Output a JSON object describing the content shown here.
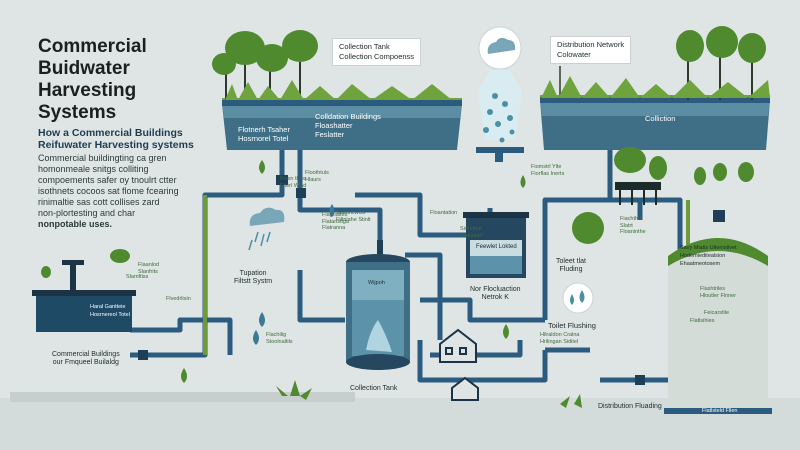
{
  "title": [
    "Commercial",
    "Buidwater",
    "Harvesting",
    "Systems"
  ],
  "subtitle": [
    "How a Commercial Buildings",
    "Reifuwater Harvesting systems"
  ],
  "description": [
    "Commercial buildingting ca gren",
    "homonmeale snitgs colliting",
    "compoements safer oy tnoulrt ctter",
    "isothnets cocoos sat flome fcearing",
    "rinimaltie sas cott collises zard",
    "non-plortesting and char"
  ],
  "description_last": "nonpotable uses.",
  "callouts": {
    "collection_tank": [
      "Collection Tank",
      "Collection Compoenss"
    ],
    "distribution": [
      "Distribution Network",
      "Colowater"
    ]
  },
  "left_reservoir": {
    "line1": "Flotnerh Tsaher",
    "line2": "Hosrnorel Totel"
  },
  "center_reservoir": {
    "line1": "Colldation Buildings",
    "line2": "Floashatter",
    "line3": "Feslatter"
  },
  "right_reservoir": {
    "line1": "Colliction"
  },
  "labels": {
    "filtration": [
      "Tupation",
      "Filtstt Systm"
    ],
    "feeder_box": "Feewlet Lokted",
    "flotation": [
      "Nor Flocluaction",
      "Netrok K"
    ],
    "toilet_top": [
      "Toleet tlat",
      "Fluding"
    ],
    "toilet_flush": "Toilet Flushing",
    "commercial": [
      "Commercial Buildings",
      "our Fmqueel Builaldg"
    ],
    "collection_tank_bottom": "Collection Tank",
    "distribution_bottom": "Distribution Fluading",
    "building_left": [
      "Haral Gantteie",
      "Hosrnereol Totel"
    ],
    "right_box": [
      "Savy Miatis Uitenistivet",
      "Hodemieditealsion",
      "Ehaatmeotosem"
    ],
    "tank_inner": "Wijpoh"
  },
  "small_labels": {
    "s1": [
      "Fiosn tloos",
      "Fiterl Wlad"
    ],
    "s2": [
      "Floothtuls",
      "Hlaurs"
    ],
    "s3": [
      "Sotnthcwlss",
      "Filtnlahe Stinlt"
    ],
    "s4": [
      "Flaanlod",
      "Slanfrits"
    ],
    "s5": [
      "Flvedrlisin"
    ],
    "s6": [
      "Flachilig",
      "Stoolnaltils"
    ],
    "s7": [
      "Fiomstrl Ylte",
      "Fiorflas Inerts"
    ],
    "s8": [
      "Fiachthol",
      "Slatrt",
      "Floaninthe"
    ],
    "s9": [
      "Hilraldon Cralna",
      "Hrilingan Siditel"
    ],
    "s10": [
      "Flashtriles",
      "Hloutler Flnner"
    ],
    "s11": [
      "Floantation"
    ],
    "s12": [
      "Sionrlton",
      "Flatlainet"
    ],
    "s13": [
      "Flagoaltes",
      "Flatarlstiga",
      "Flatranna"
    ],
    "s14": [
      "Flatlsihies"
    ],
    "s15": [
      "Slamftlss"
    ],
    "s16": [
      "Feicarstile"
    ],
    "s17": [
      "Flatlsteld Fllen"
    ]
  },
  "colors": {
    "background": "#dfe5e4",
    "pipe": "#2b5c80",
    "pipe_green": "#6f9a3a",
    "water": "#4b7f94",
    "tank": "#25475f",
    "grass": "#6ea33e",
    "tree": "#4f8a2f"
  }
}
